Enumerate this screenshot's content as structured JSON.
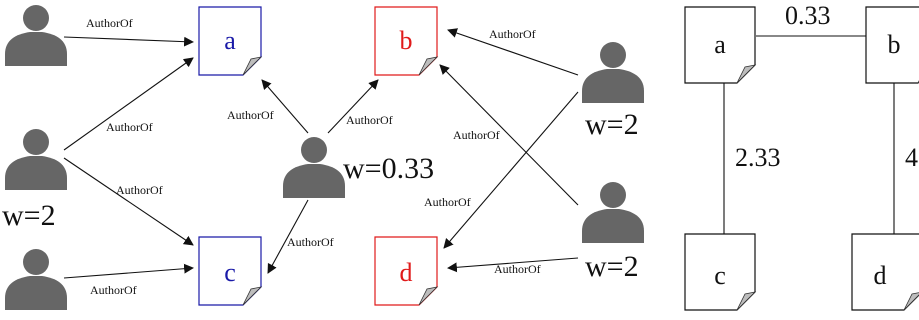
{
  "colors": {
    "blue_doc": "#1a1aa8",
    "red_doc": "#e01b1b",
    "person": "#666666",
    "edge": "#111111",
    "fold": "#bdbdbd"
  },
  "left": {
    "edge_label": "AuthorOf",
    "weights": {
      "w_left": "w=2",
      "w_center": "w=0.33",
      "w_right_top": "w=2",
      "w_right_bottom": "w=2"
    },
    "docs": {
      "a": "a",
      "b": "b",
      "c": "c",
      "d": "d"
    }
  },
  "right": {
    "nodes": {
      "a": "a",
      "b": "b",
      "c": "c",
      "d": "d"
    },
    "edges": {
      "ab": "0.33",
      "ac": "2.33",
      "bd": "4"
    }
  }
}
